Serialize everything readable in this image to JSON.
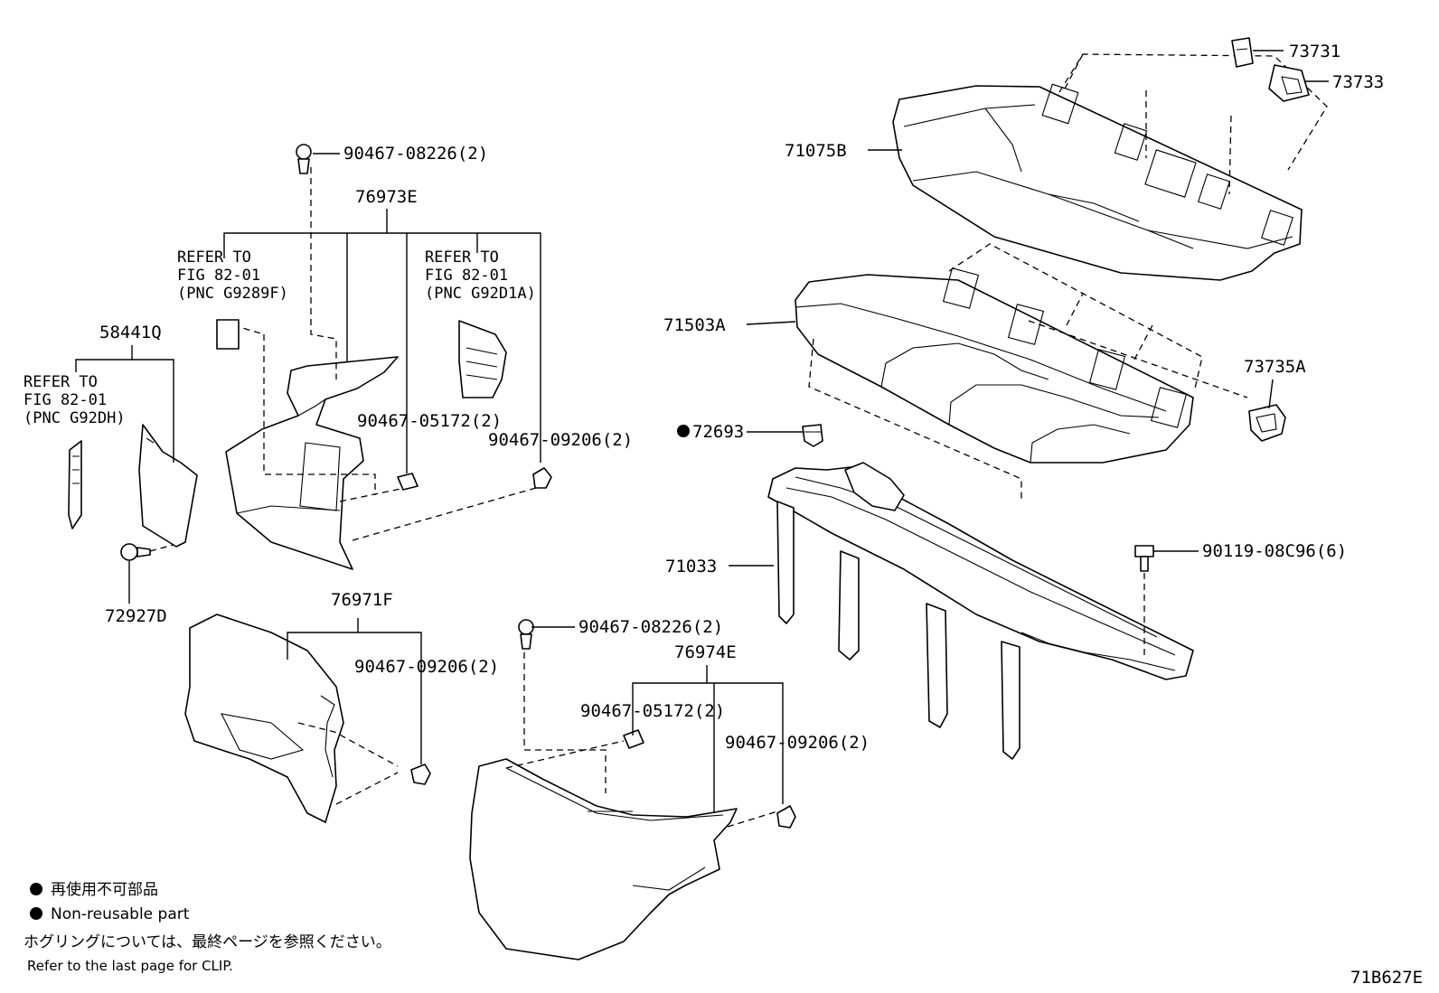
{
  "diagram": {
    "part_labels": {
      "p73731": "73731",
      "p73733": "73733",
      "p71075B": "71075B",
      "p71503A": "71503A",
      "p73735A": "73735A",
      "p72693": "72693",
      "p71033": "71033",
      "p90119": "90119-08C96(6)",
      "p90467_08226_top": "90467-08226(2)",
      "p76973E": "76973E",
      "p58441Q": "58441Q",
      "p90467_05172_top": "90467-05172(2)",
      "p90467_09206_top": "90467-09206(2)",
      "p72927D": "72927D",
      "p76971F": "76971F",
      "p90467_09206_mid": "90467-09206(2)",
      "p90467_08226_bot": "90467-08226(2)",
      "p76974E": "76974E",
      "p90467_05172_bot": "90467-05172(2)",
      "p90467_09206_bot": "90467-09206(2)"
    },
    "references": {
      "ref1": [
        "REFER TO",
        "FIG 82-01",
        "(PNC G9289F)"
      ],
      "ref2": [
        "REFER TO",
        "FIG 82-01",
        "(PNC G92D1A)"
      ],
      "ref3": [
        "REFER TO",
        "FIG 82-01",
        "(PNC G92DH)"
      ]
    },
    "legend": {
      "jp_nonreusable": "再使用不可部品",
      "en_nonreusable": "Non-reusable part",
      "jp_clip_note": "ホグリングについては、最終ページを参照ください。",
      "en_clip_note": "Refer to the last page for CLIP."
    },
    "figure_code": "71B627E"
  }
}
